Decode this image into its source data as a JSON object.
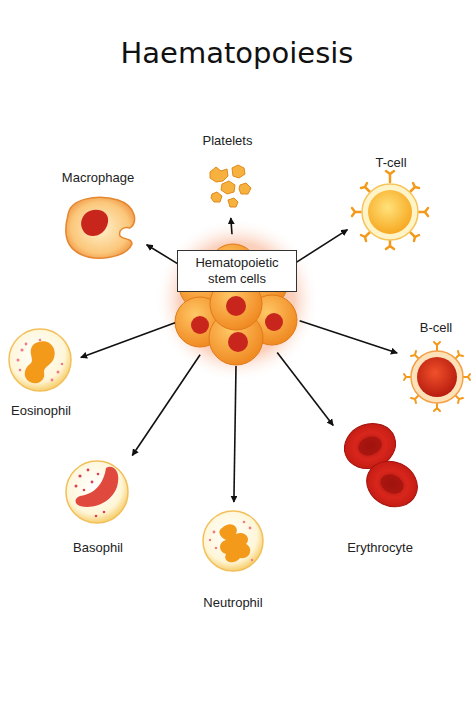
{
  "diagram": {
    "title": "Haematopoiesis",
    "nodes": [
      {
        "text": [
          "Platelets"
        ]
      },
      {
        "text": [
          "Macrophage"
        ]
      },
      {
        "text": [
          "T-cell"
        ]
      },
      {
        "text": [
          "Hematopoietic stem cells"
        ]
      },
      {
        "text": [
          "Eosinophil"
        ]
      },
      {
        "text": [
          "B-cell"
        ]
      },
      {
        "text": [
          "Basophil"
        ]
      },
      {
        "text": [
          "Erythrocyte"
        ]
      },
      {
        "text": [
          "Neutrophil"
        ]
      }
    ],
    "edges": [
      {
        "from": 3,
        "to": 0,
        "arrow": "to"
      },
      {
        "from": 3,
        "to": 1,
        "arrow": "to"
      },
      {
        "from": 3,
        "to": 2,
        "arrow": "to"
      },
      {
        "from": 3,
        "to": 4,
        "arrow": "to"
      },
      {
        "from": 3,
        "to": 5,
        "arrow": "to"
      },
      {
        "from": 3,
        "to": 6,
        "arrow": "to"
      },
      {
        "from": 3,
        "to": 7,
        "arrow": "to"
      },
      {
        "from": 3,
        "to": 8,
        "arrow": "to"
      }
    ]
  }
}
